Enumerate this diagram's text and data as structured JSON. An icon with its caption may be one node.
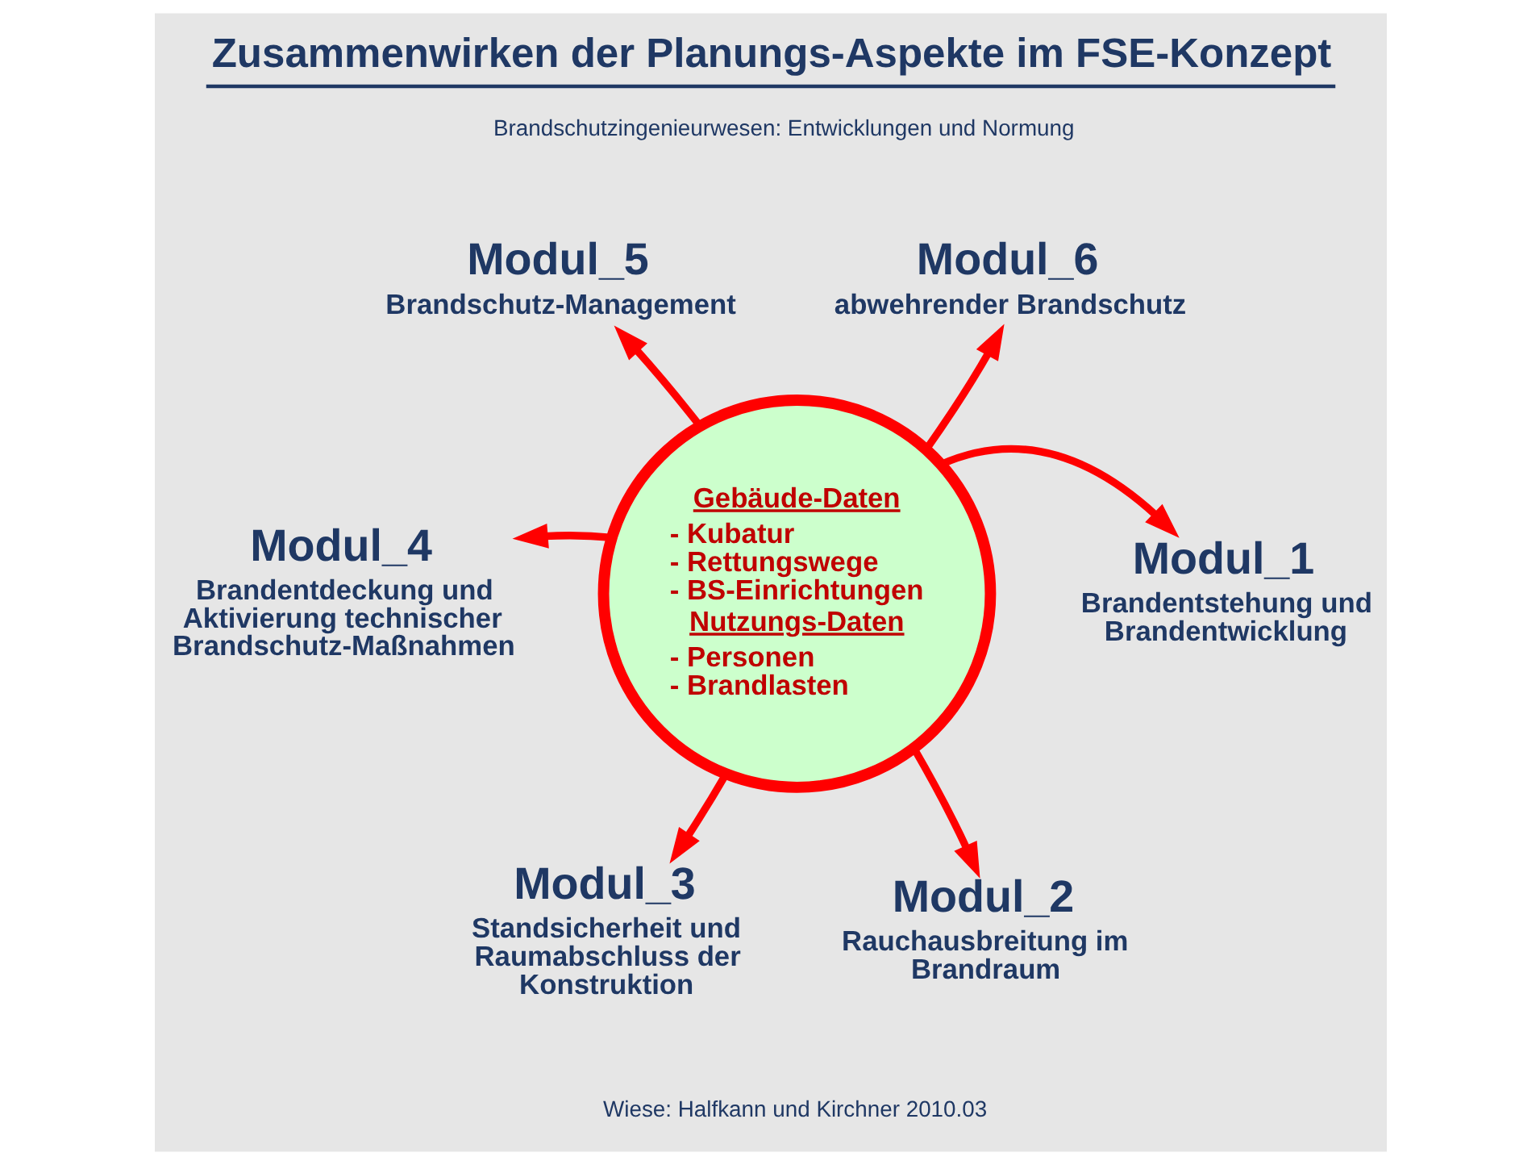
{
  "diagram": {
    "title": "Zusammenwirken der Planungs-Aspekte im FSE-Konzept",
    "nodes": [
      {
        "text": [
          "Modul_5",
          "Brandschutz-Management"
        ]
      },
      {
        "text": [
          "Modul_6",
          "abwehrender Brandschutz"
        ]
      },
      {
        "text": [
          "Gebäude-Daten",
          "- Kubatur - Rettungswege - BS-Einrichtungen",
          "Nutzungs-Daten",
          "- Personen - Brandlasten"
        ]
      },
      {
        "text": [
          "Modul_4",
          "Brandentdeckung und Aktivierung technischer Brandschutz-Maßnahmen"
        ]
      },
      {
        "text": [
          "Modul_1",
          "Brandentstehung und Brandentwicklung"
        ]
      },
      {
        "text": [
          "Modul_3",
          "Standsicherheit und Raumabschluss der Konstruktion"
        ]
      },
      {
        "text": [
          "Modul_2",
          "Rauchausbreitung im Brandraum"
        ]
      }
    ],
    "edges": [
      {
        "from": 2,
        "to": 4,
        "arrow": "to"
      },
      {
        "from": 2,
        "to": 6,
        "arrow": "to"
      },
      {
        "from": 2,
        "to": 5,
        "arrow": "to"
      },
      {
        "from": 2,
        "to": 3,
        "arrow": "to"
      },
      {
        "from": 2,
        "to": 0,
        "arrow": "to"
      },
      {
        "from": 2,
        "to": 1,
        "arrow": "to"
      }
    ],
    "labels": [
      "Brandschutzingenieurwesen: Entwicklungen und Normung",
      "Wiese: Halfkann und Kirchner 2010.03"
    ]
  }
}
